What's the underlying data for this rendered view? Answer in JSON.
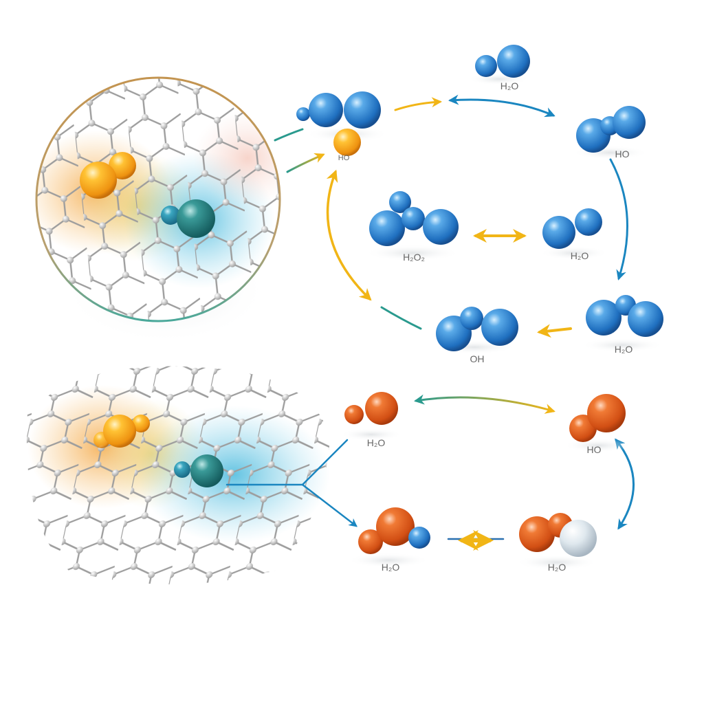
{
  "colors": {
    "blue_molecule": "#2f7fd0",
    "orange_molecule": "#e0601e",
    "gold_atom": "#f3a81a",
    "teal_atom": "#217f80",
    "lattice": "#9a9a9a",
    "arrow_blue": "#1a86c0",
    "arrow_gold": "#f1b516",
    "arrow_teal": "#2a9a8e",
    "circle_border": "#c09458"
  },
  "top_panel": {
    "catalyst_view": "zoomed-circle graphene lattice with gold dimer and teal dimer",
    "molecules": [
      {
        "id": "m_top_left",
        "label": "HO",
        "color": "blue_plus_gold"
      },
      {
        "id": "m_top_center",
        "label": "H₂O"
      },
      {
        "id": "m_top_right",
        "label": "HO"
      },
      {
        "id": "m_mid_left",
        "label": "H₂O₂"
      },
      {
        "id": "m_mid_right",
        "label": "H₂O"
      },
      {
        "id": "m_bottom_left",
        "label": "OH"
      },
      {
        "id": "m_bottom_right",
        "label": "H₂O"
      }
    ]
  },
  "bottom_panel": {
    "catalyst_view": "flat graphene lattice with gold dimer and teal dimer",
    "molecules": [
      {
        "id": "b_top_left",
        "label": "H₂O"
      },
      {
        "id": "b_top_right",
        "label": "HO"
      },
      {
        "id": "b_bottom_left",
        "label": "H₂O"
      },
      {
        "id": "b_bottom_right",
        "label": "H₂O"
      }
    ]
  }
}
